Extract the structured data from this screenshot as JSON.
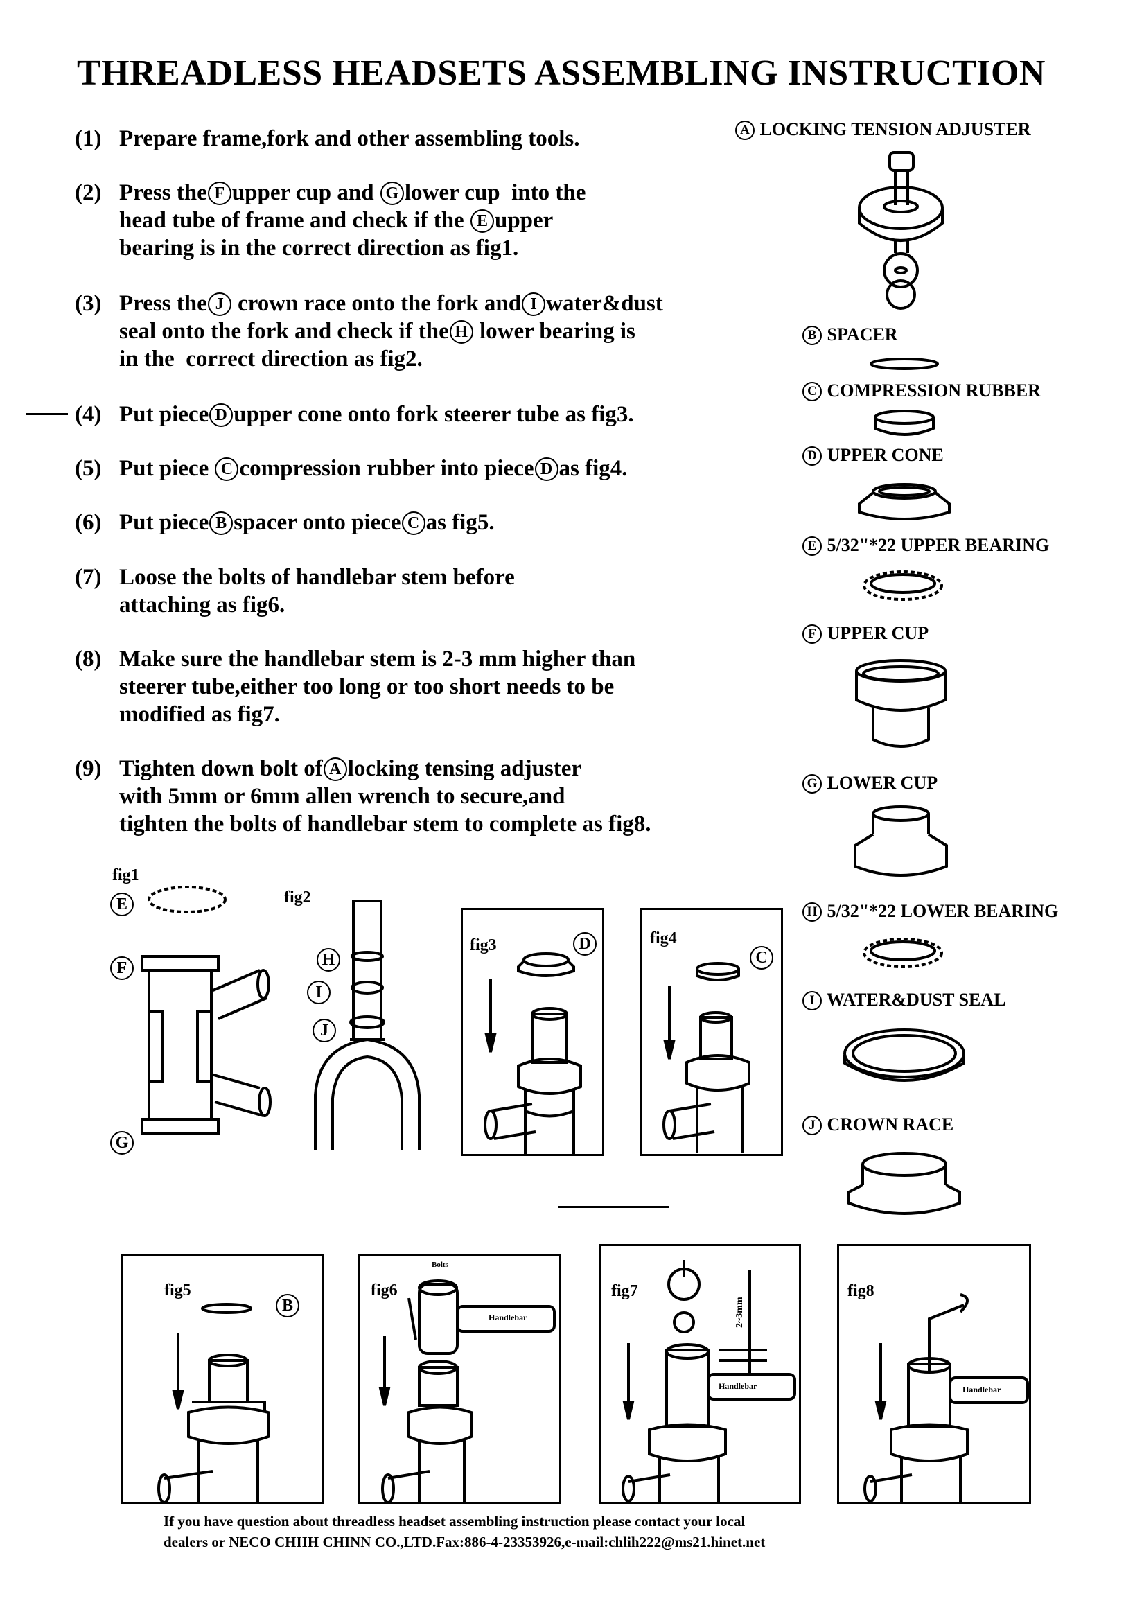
{
  "title": "THREADLESS HEADSETS ASSEMBLING INSTRUCTION",
  "steps": [
    {
      "num": "(1)",
      "lines": [
        [
          {
            "t": "Prepare frame,fork and other assembling tools."
          }
        ]
      ]
    },
    {
      "num": "(2)",
      "lines": [
        [
          {
            "t": "Press the"
          },
          {
            "c": "F"
          },
          {
            "t": "upper cup and "
          },
          {
            "c": "G"
          },
          {
            "t": "lower cup  into the"
          }
        ],
        [
          {
            "t": "head tube of frame and check if the "
          },
          {
            "c": "E"
          },
          {
            "t": "upper"
          }
        ],
        [
          {
            "t": "bearing is in the correct direction as fig1."
          }
        ]
      ]
    },
    {
      "num": "(3)",
      "lines": [
        [
          {
            "t": "Press the"
          },
          {
            "c": "J"
          },
          {
            "t": " crown race onto the fork and"
          },
          {
            "c": "I"
          },
          {
            "t": "water&dust"
          }
        ],
        [
          {
            "t": "seal onto the fork and check if the"
          },
          {
            "c": "H"
          },
          {
            "t": " lower bearing is"
          }
        ],
        [
          {
            "t": "in the  correct direction as fig2."
          }
        ]
      ]
    },
    {
      "num": "(4)",
      "lines": [
        [
          {
            "t": "Put piece"
          },
          {
            "c": "D"
          },
          {
            "t": "upper cone onto fork steerer tube as fig3."
          }
        ]
      ]
    },
    {
      "num": "(5)",
      "lines": [
        [
          {
            "t": "Put piece "
          },
          {
            "c": "C"
          },
          {
            "t": "compression rubber into piece"
          },
          {
            "c": "D"
          },
          {
            "t": "as fig4."
          }
        ]
      ]
    },
    {
      "num": "(6)",
      "lines": [
        [
          {
            "t": "Put piece"
          },
          {
            "c": "B"
          },
          {
            "t": "spacer onto piece"
          },
          {
            "c": "C"
          },
          {
            "t": "as fig5."
          }
        ]
      ]
    },
    {
      "num": "(7)",
      "lines": [
        [
          {
            "t": "Loose the bolts of handlebar stem before"
          }
        ],
        [
          {
            "t": "attaching as fig6."
          }
        ]
      ]
    },
    {
      "num": "(8)",
      "lines": [
        [
          {
            "t": "Make sure the handlebar stem is 2-3 mm higher than"
          }
        ],
        [
          {
            "t": "steerer tube,either too long or too short needs to be"
          }
        ],
        [
          {
            "t": "modified as fig7."
          }
        ]
      ]
    },
    {
      "num": "(9)",
      "lines": [
        [
          {
            "t": "Tighten down bolt of"
          },
          {
            "c": "A"
          },
          {
            "t": "locking tensing adjuster"
          }
        ],
        [
          {
            "t": "with 5mm or 6mm allen wrench to secure,and"
          }
        ],
        [
          {
            "t": "tighten the bolts of handlebar stem to complete as fig8."
          }
        ]
      ]
    }
  ],
  "parts": [
    {
      "letter": "A",
      "name": "LOCKING TENSION ADJUSTER"
    },
    {
      "letter": "B",
      "name": "SPACER"
    },
    {
      "letter": "C",
      "name": "COMPRESSION RUBBER"
    },
    {
      "letter": "D",
      "name": "UPPER CONE"
    },
    {
      "letter": "E",
      "name": "5/32\"*22 UPPER BEARING"
    },
    {
      "letter": "F",
      "name": "UPPER CUP"
    },
    {
      "letter": "G",
      "name": "LOWER CUP"
    },
    {
      "letter": "H",
      "name": "5/32\"*22 LOWER BEARING"
    },
    {
      "letter": "I",
      "name": "WATER&DUST SEAL"
    },
    {
      "letter": "J",
      "name": "CROWN RACE"
    }
  ],
  "figures": {
    "fig1": {
      "label": "fig1",
      "callouts": [
        "E",
        "F",
        "G"
      ]
    },
    "fig2": {
      "label": "fig2",
      "callouts": [
        "H",
        "I",
        "J"
      ]
    },
    "fig3": {
      "label": "fig3",
      "callout": "D"
    },
    "fig4": {
      "label": "fig4",
      "callout": "C"
    },
    "fig5": {
      "label": "fig5",
      "callout": "B"
    },
    "fig6": {
      "label": "fig6",
      "bolts": "Bolts",
      "handlebar": "Handlebar"
    },
    "fig7": {
      "label": "fig7",
      "gap": "2~3mm",
      "handlebar": "Handlebar"
    },
    "fig8": {
      "label": "fig8",
      "handlebar": "Handlebar"
    }
  },
  "footer": {
    "line1": "If you have question about threadless headset assembling instruction please contact your local",
    "line2": "dealers or NECO CHIIH CHINN CO.,LTD.Fax:886-4-23353926,e-mail:chlih222@ms21.hinet.net"
  }
}
